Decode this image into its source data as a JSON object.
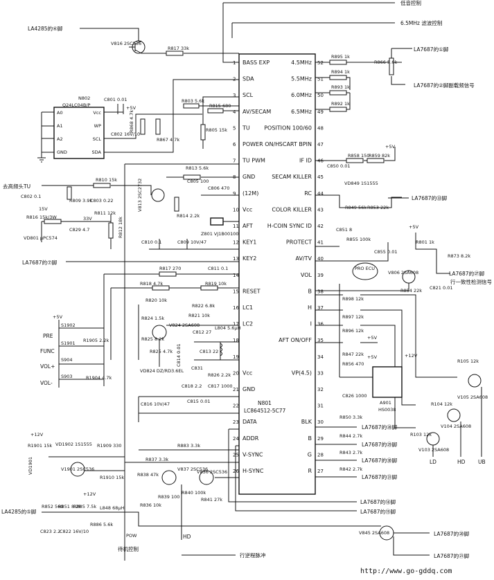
{
  "ic_main": {
    "ref": "N801",
    "part": "LC864512-5C77",
    "left_pins": [
      {
        "num": "1",
        "name": "BASS EXP"
      },
      {
        "num": "2",
        "name": "SDA"
      },
      {
        "num": "3",
        "name": "SCL"
      },
      {
        "num": "4",
        "name": "AV/SECAM"
      },
      {
        "num": "5",
        "name": "TU"
      },
      {
        "num": "6",
        "name": "POWER ON/H"
      },
      {
        "num": "7",
        "name": "TU PWM"
      },
      {
        "num": "8",
        "name": "GND"
      },
      {
        "num": "9",
        "name": "(12M)"
      },
      {
        "num": "10",
        "name": "Vcc"
      },
      {
        "num": "11",
        "name": "AFT"
      },
      {
        "num": "12",
        "name": "KEY1"
      },
      {
        "num": "13",
        "name": "KEY2"
      },
      {
        "num": "14",
        "name": ""
      },
      {
        "num": "15",
        "name": "RESET"
      },
      {
        "num": "16",
        "name": "LC1"
      },
      {
        "num": "17",
        "name": "LC2"
      },
      {
        "num": "18",
        "name": ""
      },
      {
        "num": "19",
        "name": ""
      },
      {
        "num": "20",
        "name": "Vcc"
      },
      {
        "num": "21",
        "name": "GND"
      },
      {
        "num": "22",
        "name": ""
      },
      {
        "num": "23",
        "name": "DATA"
      },
      {
        "num": "24",
        "name": "ADDR"
      },
      {
        "num": "25",
        "name": "V-SYNC"
      },
      {
        "num": "26",
        "name": "H-SYNC"
      }
    ],
    "right_pins": [
      {
        "num": "52",
        "name": "4.5MHz"
      },
      {
        "num": "51",
        "name": "5.5MHz"
      },
      {
        "num": "50",
        "name": "6.0MHz"
      },
      {
        "num": "49",
        "name": "6.5MHz"
      },
      {
        "num": "48",
        "name": "POSITION 100/60"
      },
      {
        "num": "47",
        "name": "SCART BPIN"
      },
      {
        "num": "46",
        "name": "IF ID"
      },
      {
        "num": "45",
        "name": "SECAM KILLER"
      },
      {
        "num": "44",
        "name": "RC"
      },
      {
        "num": "43",
        "name": "COLOR KILLER"
      },
      {
        "num": "42",
        "name": "H-COIN SYNC ID"
      },
      {
        "num": "41",
        "name": "PROTECT"
      },
      {
        "num": "40",
        "name": "AV/TV"
      },
      {
        "num": "39",
        "name": "VOL"
      },
      {
        "num": "38",
        "name": "B"
      },
      {
        "num": "37",
        "name": "H"
      },
      {
        "num": "36",
        "name": "I"
      },
      {
        "num": "35",
        "name": "AFT ON/OFF"
      },
      {
        "num": "34",
        "name": ""
      },
      {
        "num": "33",
        "name": "VP(4.5)"
      },
      {
        "num": "32",
        "name": ""
      },
      {
        "num": "31",
        "name": ""
      },
      {
        "num": "30",
        "name": "BLK"
      },
      {
        "num": "29",
        "name": "B"
      },
      {
        "num": "28",
        "name": "G"
      },
      {
        "num": "27",
        "name": "R"
      }
    ]
  },
  "eeprom": {
    "ref": "N802",
    "part": "Q24LC04B/P",
    "left_pins": [
      "A0",
      "A1",
      "A2",
      "GND"
    ],
    "right_pins": [
      "Vcc",
      "WP",
      "SCL",
      "SDA"
    ]
  },
  "hs0038": {
    "ref": "A901",
    "part": "HS0038"
  },
  "pro_ecu": "PRO ECU",
  "annotations": {
    "top_bass": "低音控制",
    "mhz_ctrl": "6.5MHz 滤波控制",
    "la_pin1": "LA7687的①脚",
    "la_pin2": "LA7687的②脚副载频信号",
    "la_pin33": "LA7687的㉝脚",
    "la_pin27": "LA7687的㉗脚",
    "la_pin26": "行一致性检测信号",
    "la_pin7": "LA7687的⑦脚",
    "la4285_a": "LA4285的④脚",
    "la4285_b": "LA4285的⑤脚",
    "tuner": "去高频头TU",
    "la_out28": "LA7687的㉘脚",
    "la_out29": "LA7687的㉙脚",
    "la_out30": "LA7687的㉚脚",
    "la_out31": "LA7687的㉛脚",
    "la_out18": "LA7687的⑱脚",
    "la_out19": "LA7687的⑲脚",
    "la_out20": "LA7687的⑳脚",
    "la_out21": "LA7687的㉑脚",
    "power_ctrl": "待机控制",
    "pow": "POW",
    "hd": "HD",
    "flyback": "行逆程脉冲",
    "url": "http://www.go-gddq.com"
  },
  "components": {
    "v816": "V816 2SC536",
    "r817": "R817 33k",
    "r895": "R895 1k",
    "r894": "R894 1k",
    "r893": "R893 1k",
    "r892": "R892 1k",
    "r866": "R866 5.6k",
    "c801": "C801 0.01",
    "c802": "C802 16V/10",
    "r868": "R868 4.7k",
    "r867": "R867 4.7k",
    "r803": "R803 5.6k",
    "r815": "R815 680",
    "r805": "R805 15k",
    "r858": "R858 150",
    "r859": "R859 82k",
    "c850": "C850 0.01",
    "r813": "R813 5.6k",
    "c805": "C805 100",
    "c806": "C806 470",
    "v813": "V813 2SC2732",
    "r814": "R814 2.2k",
    "z801": "Z801 VJ1B00100",
    "r810": "R810 15k",
    "r809": "R809 3.9k",
    "c803": "C803 0.22",
    "c802b": "C802 0.1",
    "r811": "R811 12k",
    "r812": "R812 18k",
    "r816": "R816 15k/3W",
    "vd801": "VD801 μPC574",
    "c829": "C829 4.7",
    "c810": "C810 0.1",
    "c809": "C809 10V/47",
    "vd849": "VD849 1S1555",
    "r849": "R849 56k",
    "r853": "R853 22k",
    "c851": "C851 8",
    "r855": "R855 100k",
    "c855": "C855 0.01",
    "r817b": "R817 270",
    "c811": "C811 0.1",
    "r818": "R818 4.7k",
    "r819": "R819 10k",
    "r820": "R820 10k",
    "r822": "R822 6.8k",
    "r821": "R821 10k",
    "r824": "R824 1.5k",
    "v824": "V824 2SA608",
    "r825a": "R825 8.2k",
    "r825b": "R825 4.7k",
    "vd824": "VD824 DZ/RD3.6EL",
    "c814": "C814 0.01",
    "c812": "C812 27",
    "l804": "L804 5.6μH",
    "c813": "C813 22",
    "c831": "C831",
    "r826": "R826 2.2k",
    "c818": "C818 2.2",
    "c817": "C817 1000",
    "c816": "C816 10V/47",
    "c815": "C815 0.01",
    "v806": "V806 2SA608",
    "r801": "R801 1k",
    "r873": "R873 8.2k",
    "r854": "R854 22k",
    "c821": "C821 0.01",
    "r898": "R898 12k",
    "r897": "R897 12k",
    "r896": "R896 12k",
    "r847": "R847 22k",
    "r856": "R856 470",
    "c826": "C826 1000",
    "r105": "R105 12k",
    "v105": "V105 2SA608",
    "r104": "R104 12k",
    "v104": "V104 2SA608",
    "r103": "R103 12k",
    "v103": "V103 2SA608",
    "r850": "R850 3.3k",
    "r844": "R844 2.7k",
    "r843": "R843 2.7k",
    "r842": "R842 2.7k",
    "r837": "R837 3.3k",
    "r883": "R883 3.3k",
    "r838": "R838 47k",
    "v837": "V837 2SC536",
    "v836": "V836 2SC536",
    "r839": "R839 100",
    "r840": "R840 100k",
    "r841": "R841 27k",
    "r836": "R836 10k",
    "r1901": "R1901 15k",
    "vd1902": "VD1902 1S1555",
    "r1909": "R1909 330",
    "v1901": "V1901 2SC536",
    "r1910": "R1910 15k",
    "vd1901": "VD1901",
    "r852": "R852 560",
    "r851": "R851 8.2k",
    "r885": "R885 7.5k",
    "l848": "L848 68μH",
    "r886": "R886 5.6k",
    "c823": "C823 2.2",
    "c822": "C822 16V/10",
    "v845": "V845 2SA608",
    "s1902": "S1902",
    "s1901": "S1901",
    "s904": "S904",
    "s903": "S903",
    "r1905": "R1905 2.2k",
    "r1904": "R1904 4.7k",
    "key_pre": "PRE",
    "key_func": "FUNC",
    "key_volp": "VOL+",
    "key_volm": "VOL-",
    "v5": "+5V",
    "v12": "+12V",
    "v15": "15V",
    "v33": "33V",
    "ld": "LD",
    "hd2": "HD",
    "ub": "UB"
  }
}
